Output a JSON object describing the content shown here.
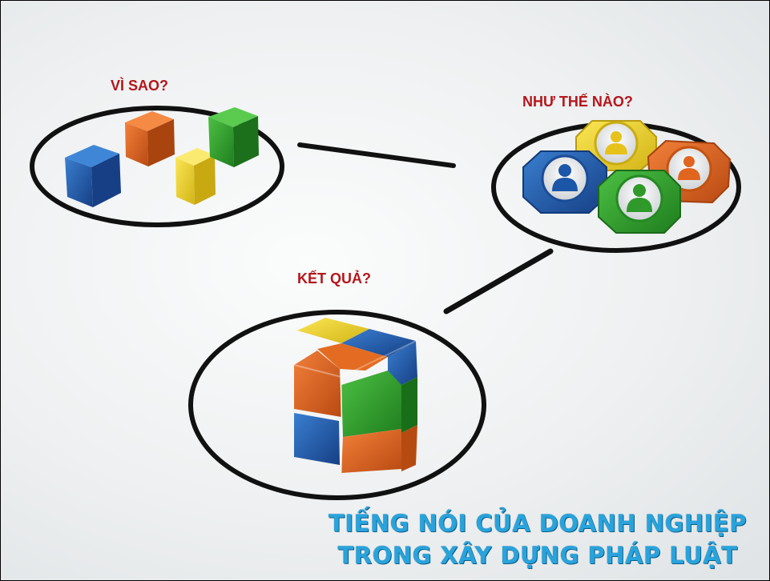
{
  "labels": {
    "why": "VÌ SAO?",
    "how": "NHƯ THẾ NÀO?",
    "result": "KẾT QUẢ?"
  },
  "title": {
    "line1": "TIẾNG NÓI CỦA DOANH NGHIỆP",
    "line2": "TRONG XÂY DỰNG PHÁP LUẬT"
  },
  "colors": {
    "label_red": "#b5161b",
    "title_blue": "#29a3dc",
    "cube_blue": "#1f5fb0",
    "cube_orange": "#e0651f",
    "cube_yellow": "#f2d62a",
    "cube_green": "#2f9a2a"
  },
  "icons": [
    "person-icon",
    "person-icon",
    "person-icon",
    "person-icon"
  ]
}
